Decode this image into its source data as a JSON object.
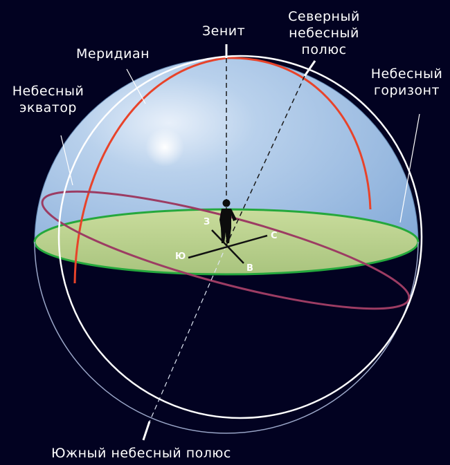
{
  "labels": {
    "zenith": "Зенит",
    "north_pole": [
      "Северный",
      "небесный",
      "полюс"
    ],
    "meridian": "Меридиан",
    "celestial_horizon": [
      "Небесный",
      "горизонт"
    ],
    "celestial_equator": [
      "Небесный",
      "экватор"
    ],
    "south_pole": "Южный небесный полюс"
  },
  "directions": {
    "north": "С",
    "south": "Ю",
    "east": "В",
    "west": "З"
  },
  "colors": {
    "background": "#020221",
    "sky_top": "#7fa4d3",
    "sky_bottom": "#a9c6e4",
    "horizon_plane": "#b7cf8e",
    "horizon_edge": "#25a83d",
    "meridian": "#e8432a",
    "equator": "#9c3c63",
    "sphere_outline": "#ffffff"
  }
}
